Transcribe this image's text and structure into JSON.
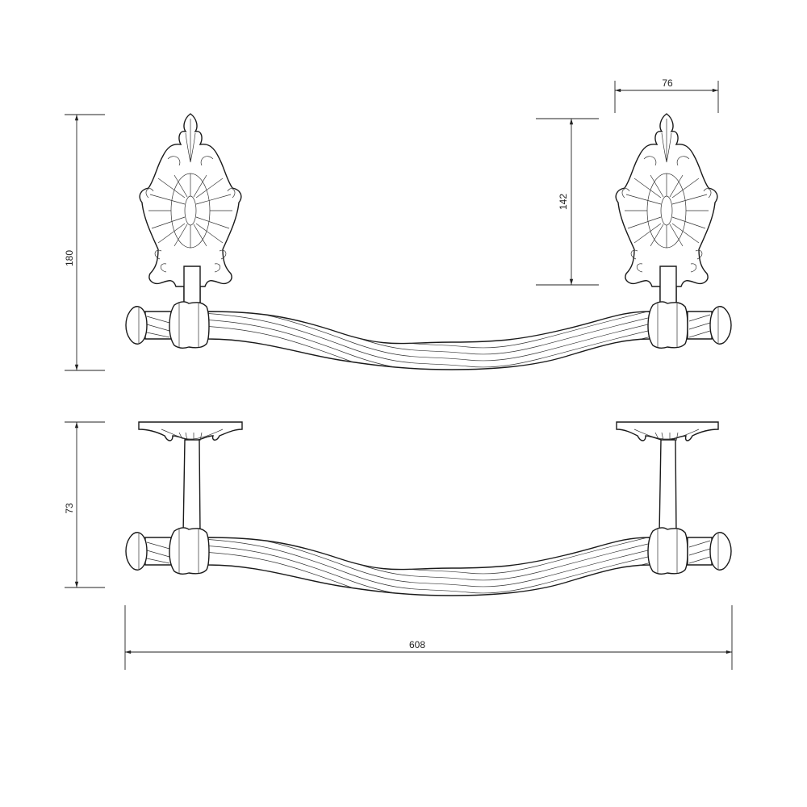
{
  "drawing": {
    "subject": "towel-bar",
    "units": "mm",
    "line_color": "#1a1a1a",
    "dimensions": {
      "overall_height": "180",
      "plate_height": "142",
      "plate_width": "76",
      "projection": "73",
      "overall_length": "608"
    }
  }
}
